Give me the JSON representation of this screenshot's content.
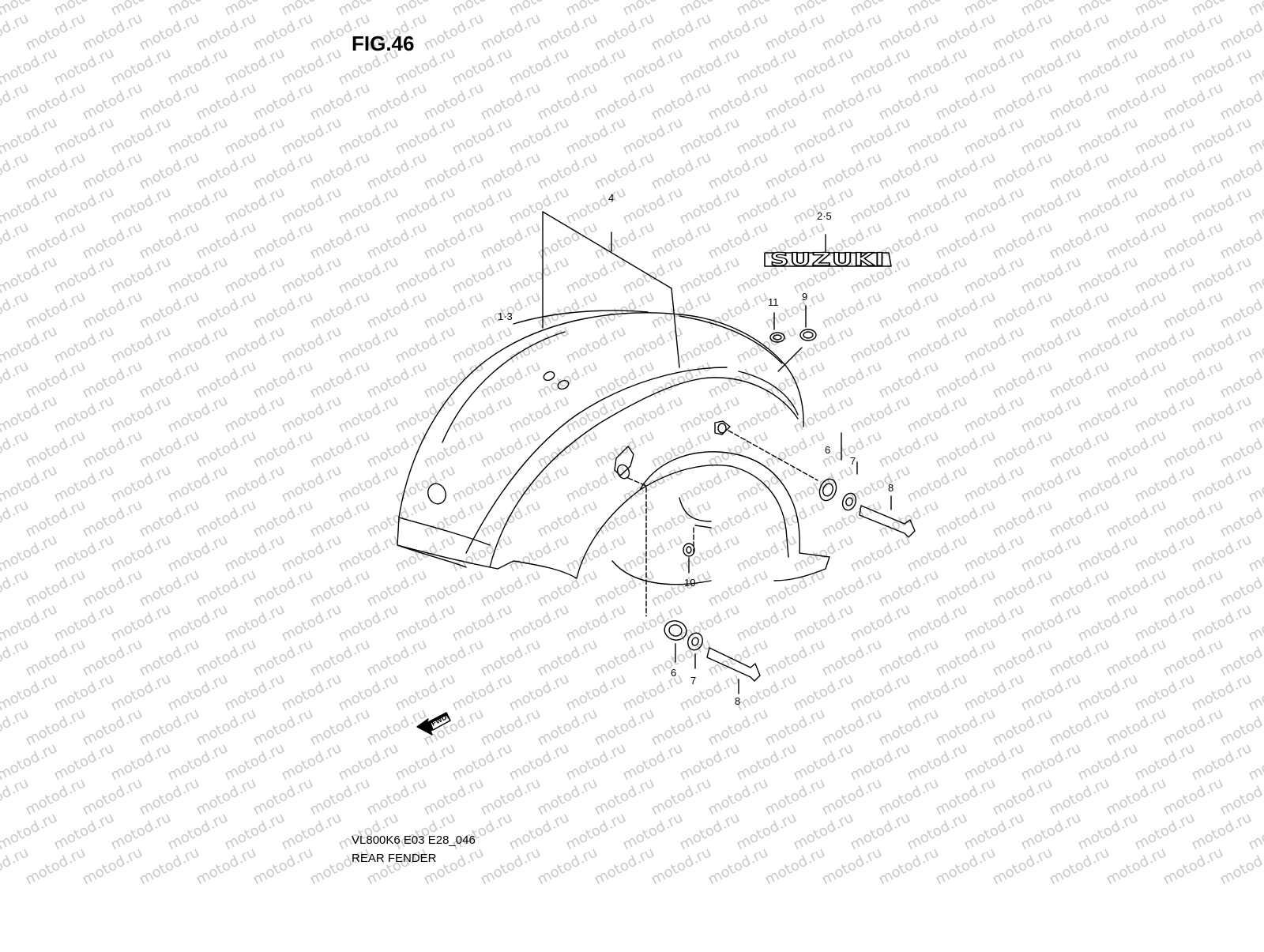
{
  "figure": {
    "title": "FIG.46",
    "model_code": "VL800K6 E03 E28_046",
    "part_name": "REAR FENDER"
  },
  "callouts": [
    "4",
    "2·5",
    "1·3",
    "11",
    "9",
    "6",
    "7",
    "8",
    "10",
    "6",
    "7",
    "8"
  ],
  "emblem": {
    "text": "SUZUKI"
  },
  "direction_marker": {
    "text": "FWD"
  },
  "watermark": {
    "text": "motod.ru"
  },
  "colors": {
    "line": "#000000",
    "watermark": "#c8c8c8",
    "background": "#ffffff"
  }
}
